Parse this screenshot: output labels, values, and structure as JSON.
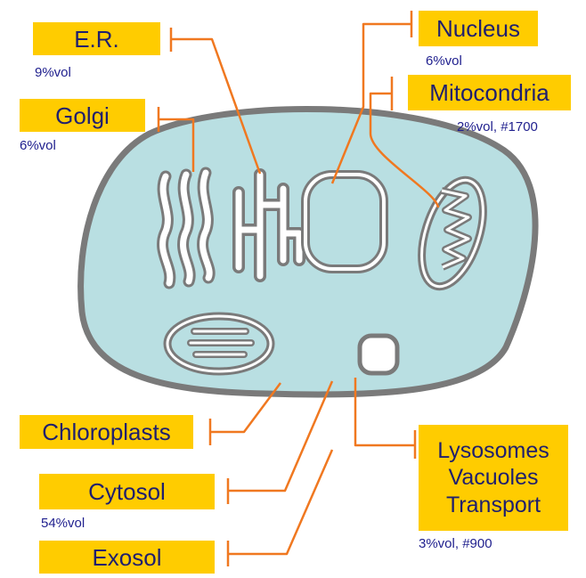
{
  "labels": {
    "er": "E.R.",
    "golgi": "Golgi",
    "nucleus": "Nucleus",
    "mitochondria": "Mitocondria",
    "chloroplasts": "Chloroplasts",
    "cytosol": "Cytosol",
    "exosol": "Exosol",
    "lysosomes": [
      "Lysosomes",
      "Vacuoles",
      "Transport"
    ]
  },
  "notes": {
    "er": "9%vol",
    "golgi": "6%vol",
    "nucleus": "6%vol",
    "mitochondria": "2%vol, #1700",
    "cytosol": "54%vol",
    "lysosomes": "3%vol, #900"
  },
  "colors": {
    "label_fill": "#ffcc00",
    "label_text": "#1f1f6e",
    "note_text": "#1f1f8e",
    "leader_line": "#f07820",
    "cell_fill": "#b9dfe2",
    "cell_outline": "#7a7a7a"
  }
}
